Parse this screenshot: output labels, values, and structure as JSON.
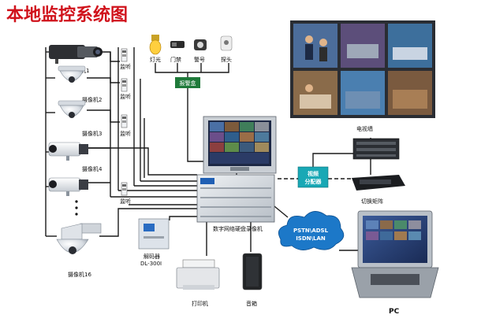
{
  "title": "本地监控系统图",
  "cameras": {
    "cam1": "摄像机1",
    "cam2": "摄像机2",
    "cam3": "摄像机3",
    "cam4": "摄像机4",
    "cam16": "摄像机16"
  },
  "listen_label": "监听",
  "sensors": {
    "light": "灯光",
    "door": "门禁",
    "siren": "警号",
    "probe": "探头"
  },
  "alarm_box": "报警盒",
  "tv_wall": "电视墙",
  "distributor_box": "视频\n分配器",
  "matrix": "切换矩阵",
  "dvr_label": "数字网络硬盘录像机",
  "decoder": {
    "name": "解码器",
    "model": "DL-300I"
  },
  "network": {
    "line1": "PSTN\\ADSL",
    "line2": "ISDN\\LAN"
  },
  "printer": "打印机",
  "speaker": "音箱",
  "pc": "PC",
  "colors": {
    "title_red": "#d0121b",
    "green_box": "#1f7a3a",
    "cyan_box": "#19a8b5",
    "cloud_blue": "#1c78c8",
    "wire": "#1a1a1a"
  }
}
